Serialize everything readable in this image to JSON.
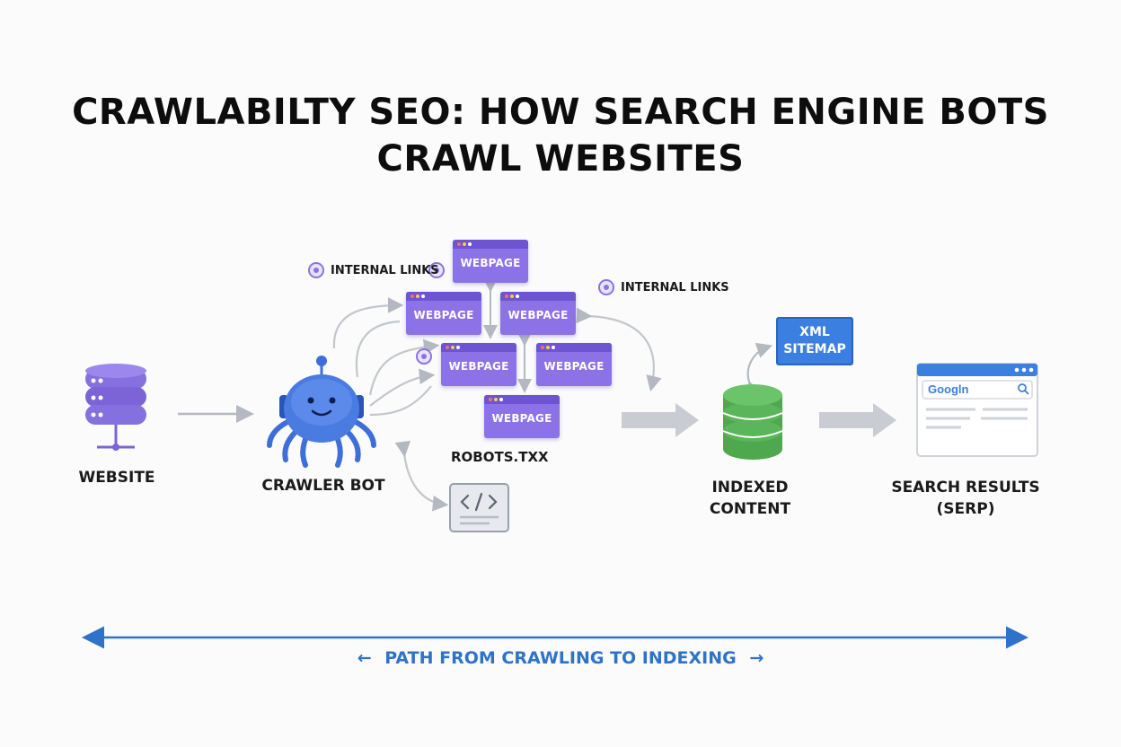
{
  "title": {
    "line1": "CRAWLABILTY SEO: HOW SEARCH ENGINE BOTS",
    "line2": "CRAWL WEBSITES"
  },
  "nodes": {
    "website": "WEBSITE",
    "crawler_bot": "CRAWLER BOT",
    "robots": "ROBOTS.TXX",
    "indexed_line1": "INDEXED",
    "indexed_line2": "CONTENT",
    "serp_line1": "SEARCH RESULTS",
    "serp_line2": "(SERP)"
  },
  "internal_links_left": "INTERNAL LINKS",
  "internal_links_right": "INTERNAL LINKS",
  "webpages": [
    "WEBPAGE",
    "WEBPAGE",
    "WEBPAGE",
    "WEBPAGE",
    "WEBPAGE",
    "WEBPAGE"
  ],
  "sitemap": {
    "line1": "XML",
    "line2": "SITEMAP"
  },
  "search_box": {
    "logo": "Googln"
  },
  "path_caption": {
    "left_arrow": "←",
    "text": "PATH FROM CRAWLING TO INDEXING",
    "right_arrow": "→"
  },
  "colors": {
    "accent_blue": "#2f73c9",
    "webpage_purple": "#8b72e6",
    "database_green": "#4fa84e",
    "server_purple": "#7c63d8",
    "bot_blue": "#3e6fd8"
  }
}
